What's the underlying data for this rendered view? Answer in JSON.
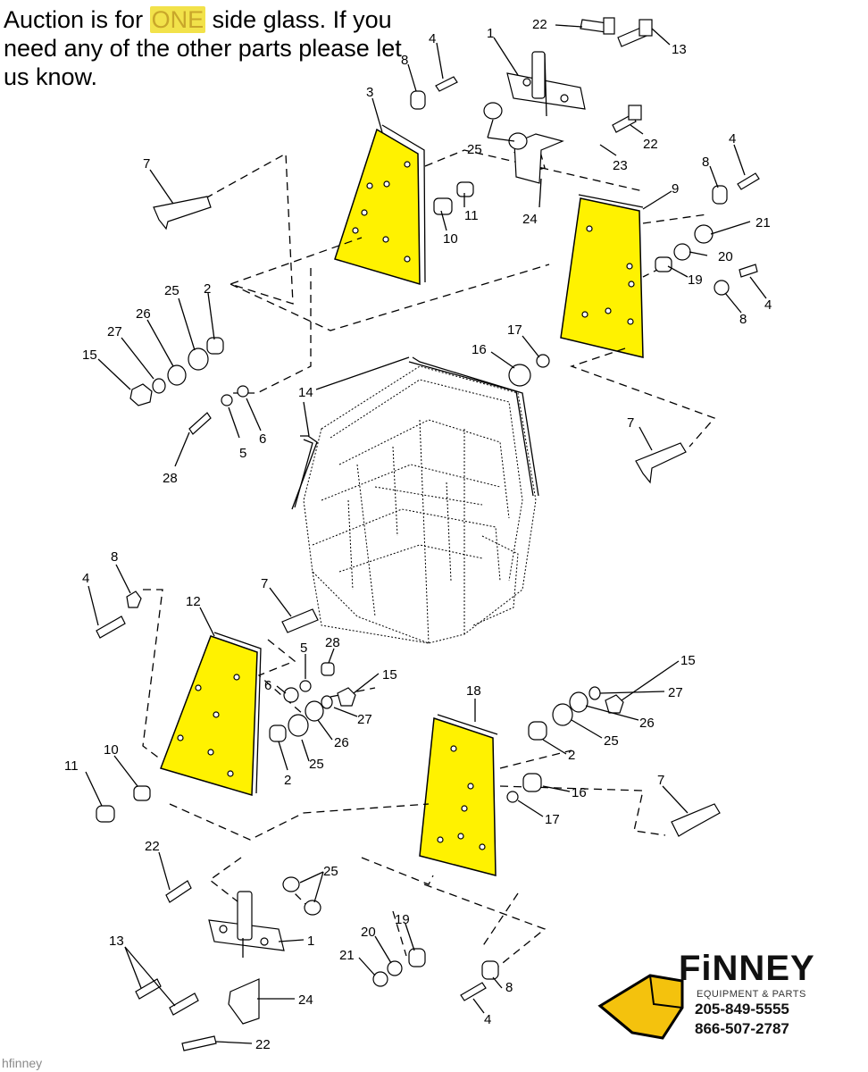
{
  "note": {
    "before": "Auction is for ",
    "highlight": "ONE",
    "after": " side glass. If you need any of the other parts please let us know."
  },
  "watermark": "hfinney",
  "brand": {
    "name": "FiNNEY",
    "tagline": "EQUIPMENT & PARTS",
    "phone1": "205-849-5555",
    "phone2": "866-507-2787"
  },
  "colors": {
    "glass": "#fff200",
    "highlight_bg": "#f2e24a",
    "bucket": "#f4c20d"
  },
  "callouts": [
    "22",
    "13",
    "1",
    "4",
    "8",
    "3",
    "25",
    "22",
    "23",
    "24",
    "7",
    "11",
    "10",
    "9",
    "8",
    "4",
    "21",
    "20",
    "19",
    "4",
    "8",
    "25",
    "2",
    "26",
    "27",
    "15",
    "17",
    "16",
    "14",
    "5",
    "6",
    "28",
    "7",
    "8",
    "4",
    "12",
    "7",
    "5",
    "28",
    "6",
    "15",
    "27",
    "26",
    "25",
    "2",
    "10",
    "11",
    "18",
    "15",
    "27",
    "26",
    "25",
    "2",
    "16",
    "17",
    "7",
    "22",
    "25",
    "1",
    "13",
    "20",
    "19",
    "21",
    "24",
    "8",
    "4",
    "22"
  ]
}
